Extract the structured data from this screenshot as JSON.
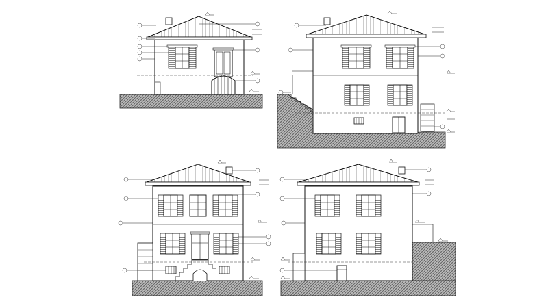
{
  "sheet": {
    "description_free": true,
    "line_color": "#1a1a1a",
    "hatch_color": "#444444",
    "background": "#ffffff"
  },
  "elevations": [
    {
      "id": "front",
      "level_marks": [
        "",
        "",
        "",
        ""
      ]
    },
    {
      "id": "side-right",
      "level_marks": [
        "",
        "",
        "",
        ""
      ]
    },
    {
      "id": "rear",
      "level_marks": [
        "",
        "",
        "",
        ""
      ]
    },
    {
      "id": "side-left",
      "level_marks": [
        "",
        "",
        "",
        ""
      ]
    }
  ]
}
